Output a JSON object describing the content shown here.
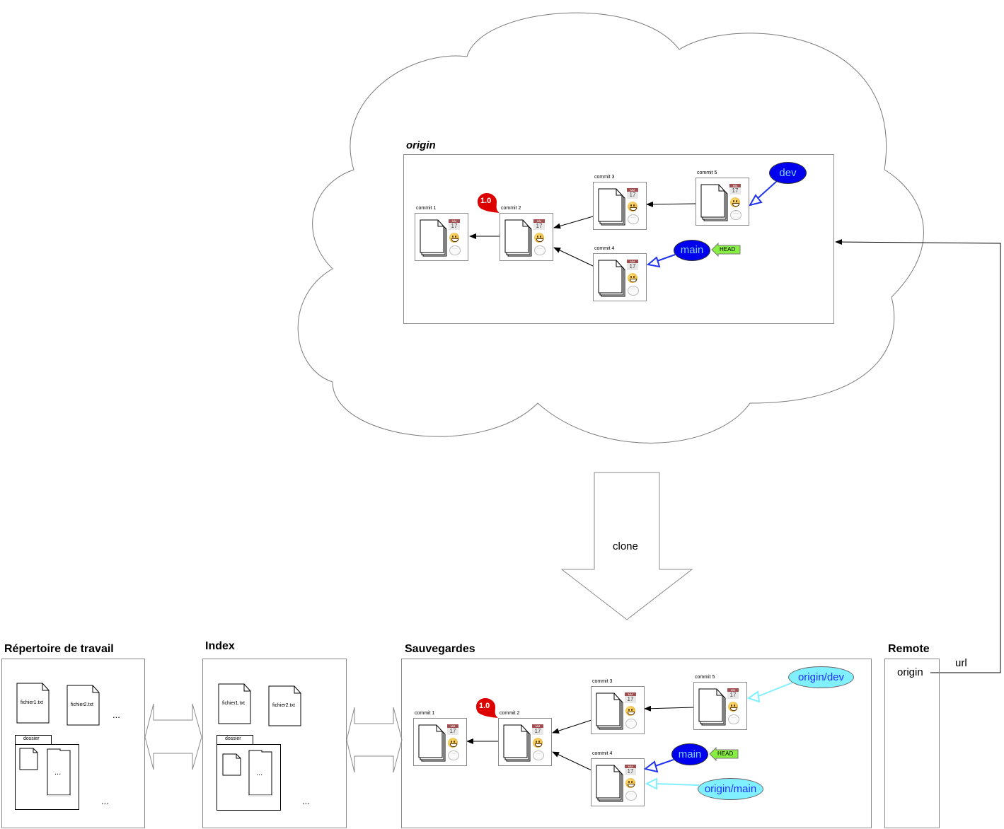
{
  "remote_repo": {
    "title": "origin",
    "commits": [
      {
        "id": "c1",
        "label": "commit 1"
      },
      {
        "id": "c2",
        "label": "commit 2"
      },
      {
        "id": "c3",
        "label": "commit 3"
      },
      {
        "id": "c4",
        "label": "commit 4"
      },
      {
        "id": "c5",
        "label": "commit 5"
      }
    ],
    "tag": "1.0",
    "branches": [
      {
        "name": "dev",
        "target": "commit 5"
      },
      {
        "name": "main",
        "target": "commit 4"
      }
    ],
    "head_label": "HEAD"
  },
  "clone_arrow": {
    "label": "clone"
  },
  "working_dir": {
    "title": "Répertoire de travail",
    "files": [
      "fichier1.txt",
      "fichier2.txt"
    ],
    "folder": "dossier",
    "ellipsis": "..."
  },
  "index": {
    "title": "Index",
    "files": [
      "fichier1.txt",
      "fichier2.txt"
    ],
    "folder": "dossier",
    "ellipsis": "..."
  },
  "local_repo": {
    "title": "Sauvegardes",
    "commits": [
      {
        "id": "c1",
        "label": "commit 1"
      },
      {
        "id": "c2",
        "label": "commit 2"
      },
      {
        "id": "c3",
        "label": "commit 3"
      },
      {
        "id": "c4",
        "label": "commit 4"
      },
      {
        "id": "c5",
        "label": "commit 5"
      }
    ],
    "tag": "1.0",
    "branches": [
      {
        "name": "main",
        "target": "commit 4"
      }
    ],
    "remote_branches": [
      {
        "name": "origin/dev",
        "target": "commit 5"
      },
      {
        "name": "origin/main",
        "target": "commit 4"
      }
    ],
    "head_label": "HEAD"
  },
  "remotes": {
    "title": "Remote",
    "entries": [
      {
        "name": "origin",
        "link_label": "url"
      }
    ]
  },
  "icons": {
    "calendar_day": "17",
    "calendar_month": "MM"
  },
  "colors": {
    "branch_fill": "#0000ee",
    "branch_text": "#7fd4ff",
    "remote_branch_fill": "#80f0ff",
    "remote_branch_text": "#2030ff",
    "head_fill": "#88ee44",
    "tag_fill": "#dd0000"
  }
}
